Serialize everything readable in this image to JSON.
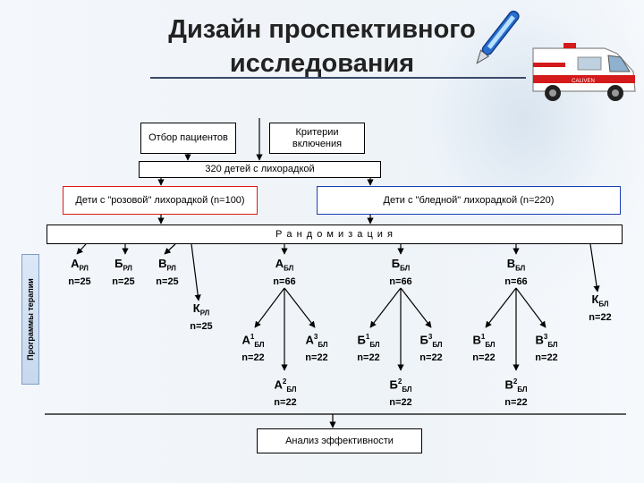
{
  "title": "Дизайн проспективного исследования",
  "boxes": {
    "selection": "Отбор пациентов",
    "criteria": "Критерии включения",
    "total": "320 детей с лихорадкой",
    "pink": "Дети с \"розовой\" лихорадкой (n=100)",
    "pale": "Дети с \"бледной\" лихорадкой (n=220)",
    "randomization": "Р а н д о м и з а ц и я",
    "analysis": "Анализ эффективности"
  },
  "side_label": "Программы терапии",
  "groups": {
    "a_rl": {
      "letter": "А",
      "sub": "РЛ",
      "n": "n=25"
    },
    "b_rl": {
      "letter": "Б",
      "sub": "РЛ",
      "n": "n=25"
    },
    "v_rl": {
      "letter": "В",
      "sub": "РЛ",
      "n": "n=25"
    },
    "k_rl": {
      "letter": "К",
      "sub": "РЛ",
      "n": "n=25"
    },
    "a_bl": {
      "letter": "А",
      "sub": "БЛ",
      "n": "n=66"
    },
    "b_bl": {
      "letter": "Б",
      "sub": "БЛ",
      "n": "n=66"
    },
    "v_bl": {
      "letter": "В",
      "sub": "БЛ",
      "n": "n=66"
    },
    "k_bl": {
      "letter": "К",
      "sub": "БЛ",
      "n": "n=22"
    },
    "a1": {
      "letter": "А",
      "sup": "1",
      "sub": "БЛ",
      "n": "n=22"
    },
    "a2": {
      "letter": "А",
      "sup": "2",
      "sub": "БЛ",
      "n": "n=22"
    },
    "a3": {
      "letter": "А",
      "sup": "3",
      "sub": "БЛ",
      "n": "n=22"
    },
    "b1": {
      "letter": "Б",
      "sup": "1",
      "sub": "БЛ",
      "n": "n=22"
    },
    "b2": {
      "letter": "Б",
      "sup": "2",
      "sub": "БЛ",
      "n": "n=22"
    },
    "b3": {
      "letter": "Б",
      "sup": "3",
      "sub": "БЛ",
      "n": "n=22"
    },
    "v1": {
      "letter": "В",
      "sup": "1",
      "sub": "БЛ",
      "n": "n=22"
    },
    "v2": {
      "letter": "В",
      "sup": "2",
      "sub": "БЛ",
      "n": "n=22"
    },
    "v3": {
      "letter": "В",
      "sup": "3",
      "sub": "БЛ",
      "n": "n=22"
    }
  },
  "ambulance_text": "CALIVEN",
  "colors": {
    "pink_border": "#e01818",
    "pale_border": "#1c3fb4",
    "lines": "#000000"
  }
}
